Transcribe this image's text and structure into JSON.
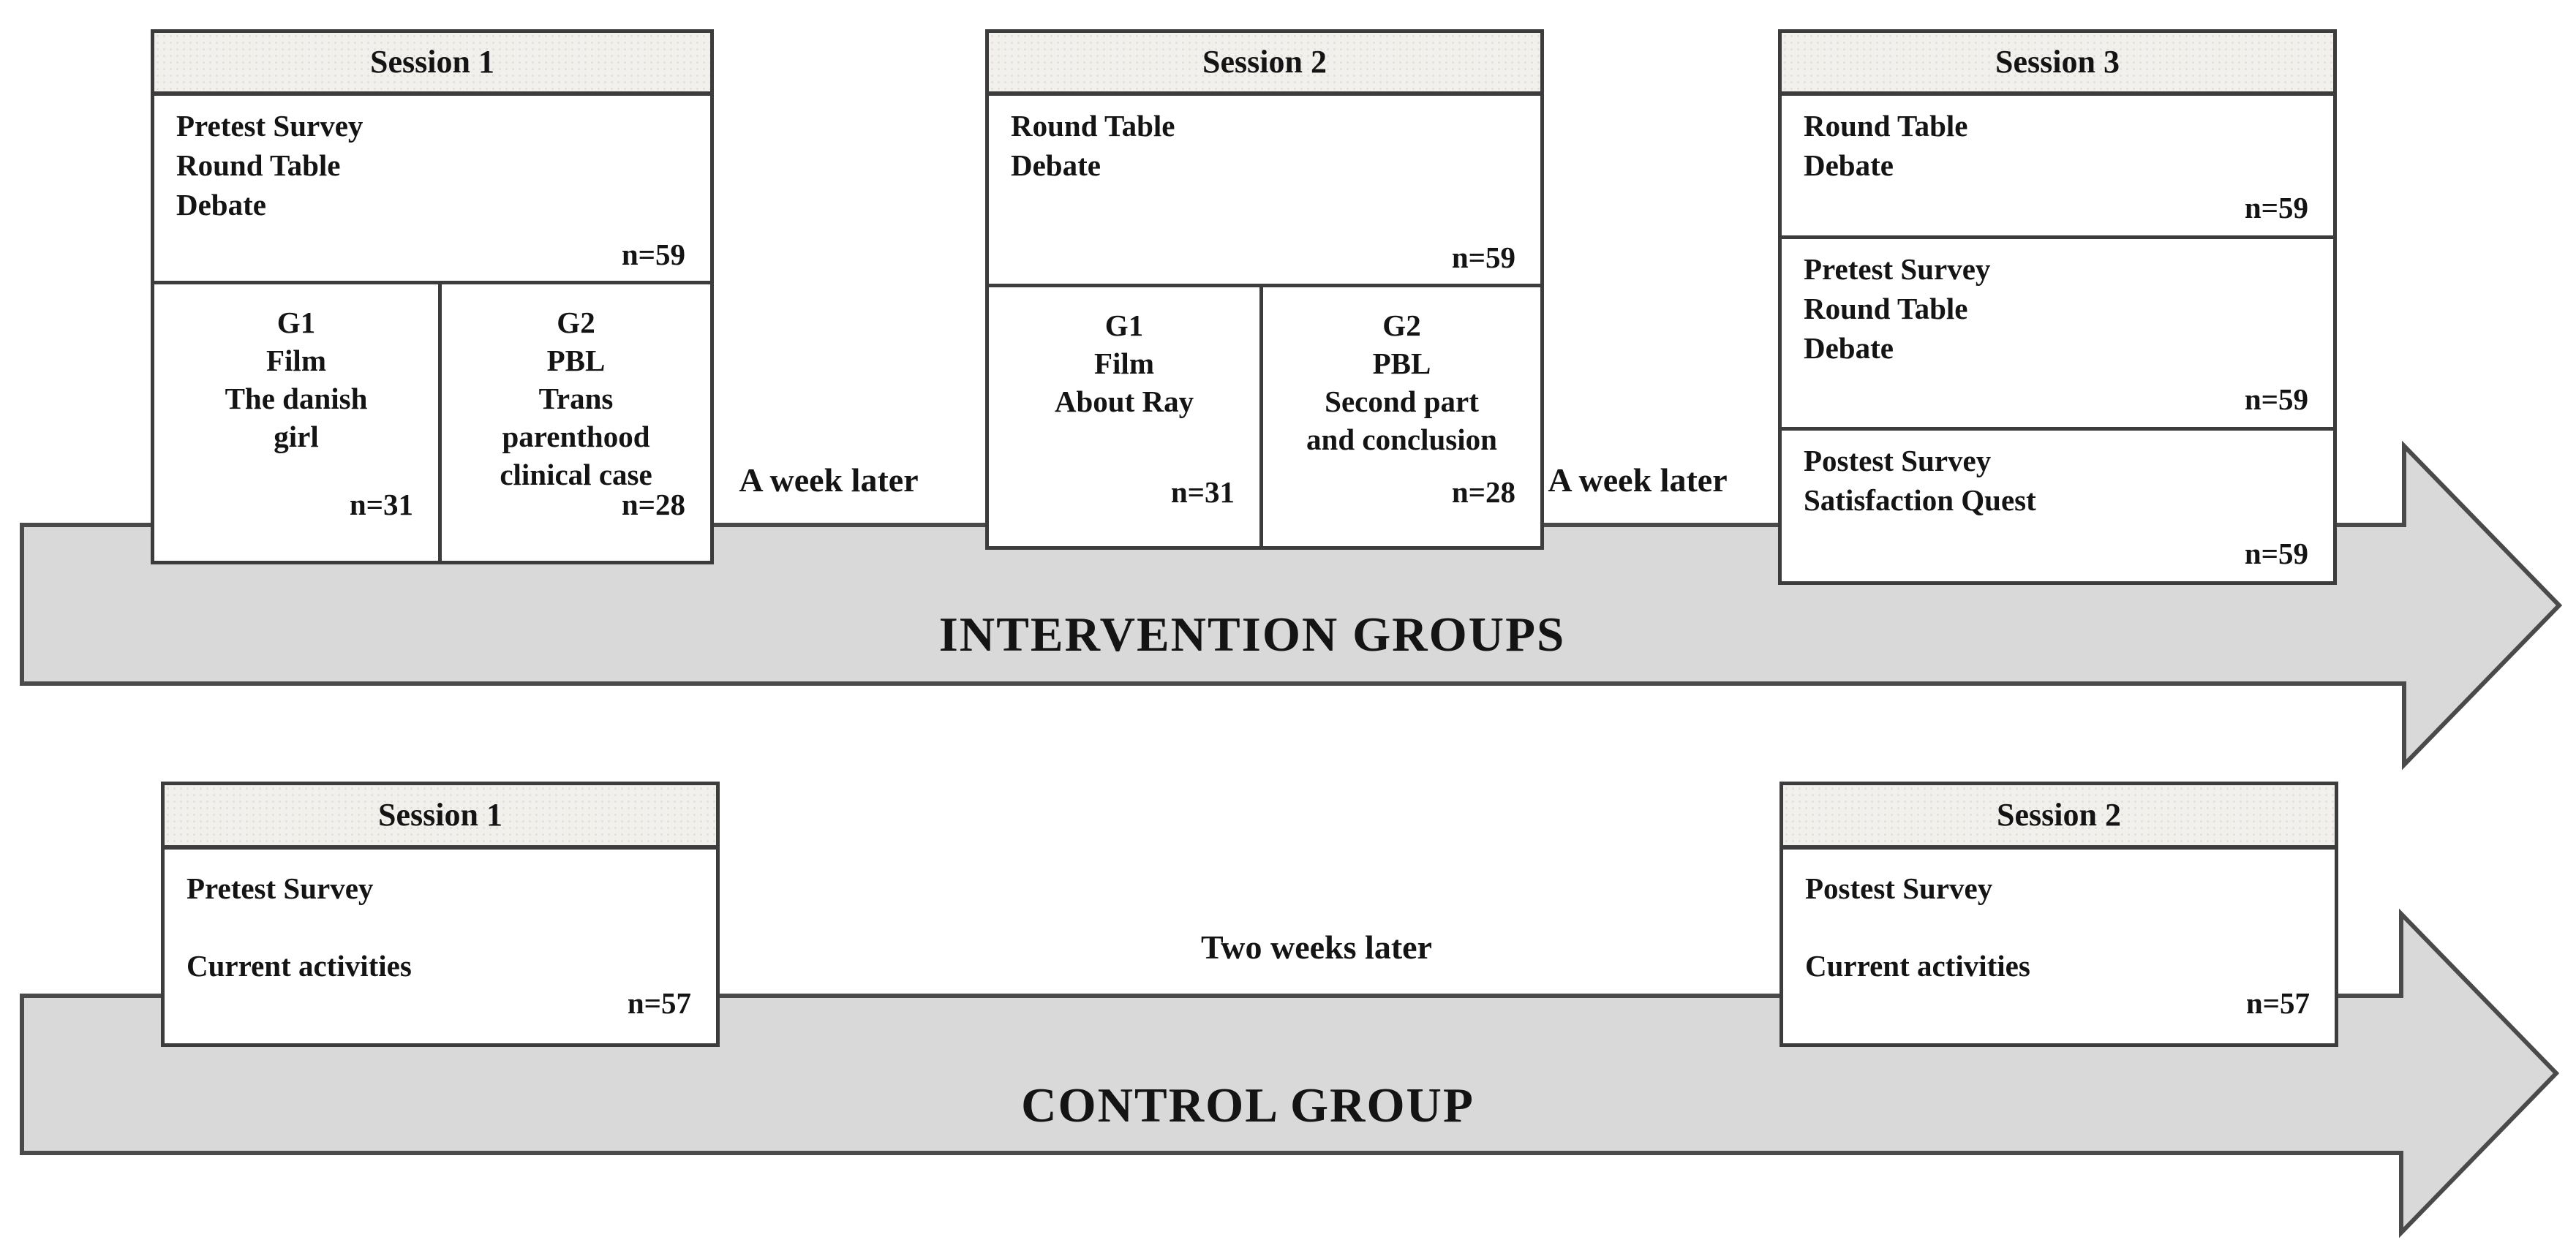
{
  "intervention": {
    "label": "INTERVENTION GROUPS",
    "gap1": "A week later",
    "gap2": "A week later",
    "session1": {
      "title": "Session 1",
      "main": {
        "lines": [
          "Pretest Survey",
          "Round Table",
          "Debate"
        ],
        "n": "n=59"
      },
      "g1": {
        "lines": [
          "G1",
          "Film",
          "The danish",
          "girl"
        ],
        "n": "n=31"
      },
      "g2": {
        "lines": [
          "G2",
          "PBL",
          "Trans",
          "parenthood",
          "clinical case"
        ],
        "n": "n=28"
      }
    },
    "session2": {
      "title": "Session 2",
      "main": {
        "lines": [
          "Round Table",
          "Debate"
        ],
        "n": "n=59"
      },
      "g1": {
        "lines": [
          "G1",
          "Film",
          "About Ray"
        ],
        "n": "n=31"
      },
      "g2": {
        "lines": [
          "G2",
          "PBL",
          "Second part",
          "and conclusion"
        ],
        "n": "n=28"
      }
    },
    "session3": {
      "title": "Session 3",
      "sections": [
        {
          "lines": [
            "Round Table",
            "Debate"
          ],
          "n": "n=59"
        },
        {
          "lines": [
            "Pretest Survey",
            "Round Table",
            "Debate"
          ],
          "n": "n=59"
        },
        {
          "lines": [
            "Postest Survey",
            "Satisfaction Quest"
          ],
          "n": "n=59"
        }
      ]
    }
  },
  "control": {
    "label": "CONTROL GROUP",
    "gap": "Two weeks later",
    "session1": {
      "title": "Session 1",
      "line1": "Pretest Survey",
      "line2": "Current activities",
      "n": "n=57"
    },
    "session2": {
      "title": "Session 2",
      "line1": "Postest Survey",
      "line2": "Current activities",
      "n": "n=57"
    }
  },
  "colors": {
    "arrow_fill": "#d9d9d9",
    "arrow_border": "#4a4a4a",
    "box_border": "#3c3c3c",
    "header_fill": "#f2f0ed"
  }
}
